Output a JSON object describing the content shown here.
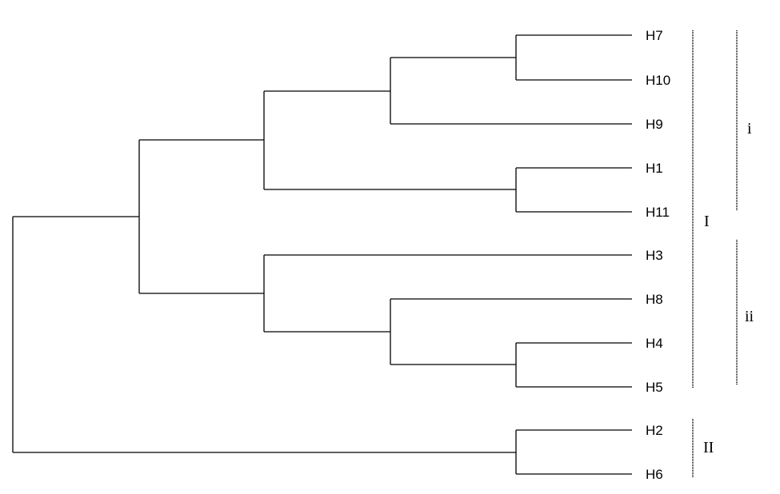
{
  "leaves": [
    {
      "id": "H7",
      "label": "H7"
    },
    {
      "id": "H10",
      "label": "H10"
    },
    {
      "id": "H9",
      "label": "H9"
    },
    {
      "id": "H1",
      "label": "H1"
    },
    {
      "id": "H11",
      "label": "H11"
    },
    {
      "id": "H3",
      "label": "H3"
    },
    {
      "id": "H8",
      "label": "H8"
    },
    {
      "id": "H4",
      "label": "H4"
    },
    {
      "id": "H5",
      "label": "H5"
    },
    {
      "id": "H2",
      "label": "H2"
    },
    {
      "id": "H6",
      "label": "H6"
    }
  ],
  "clusters": {
    "main_I": {
      "label": "I",
      "members": [
        "H7",
        "H10",
        "H9",
        "H1",
        "H11",
        "H3",
        "H8",
        "H4",
        "H5"
      ]
    },
    "main_II": {
      "label": "II",
      "members": [
        "H2",
        "H6"
      ]
    },
    "sub_i": {
      "label": "i",
      "members": [
        "H7",
        "H10",
        "H9",
        "H1",
        "H11"
      ]
    },
    "sub_ii": {
      "label": "ii",
      "members": [
        "H3",
        "H8",
        "H4",
        "H5"
      ]
    }
  },
  "colors": {
    "lines": "#000000",
    "text": "#000000",
    "background": "#ffffff"
  }
}
